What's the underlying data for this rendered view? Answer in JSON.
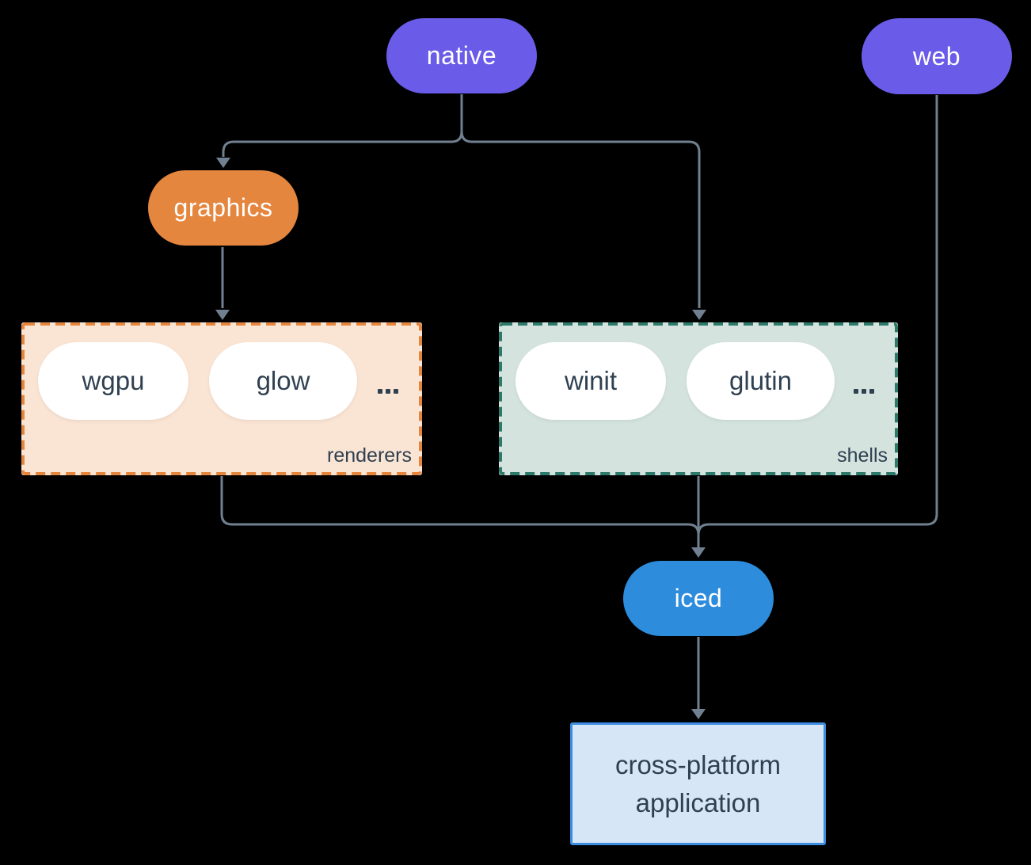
{
  "diagram": {
    "background": "#000000",
    "connector_color": "#708090",
    "label_color": "#2f4050",
    "nodes": {
      "native": {
        "label": "native",
        "color": "#6a5ce8",
        "text_color": "#ffffff"
      },
      "web": {
        "label": "web",
        "color": "#6a5ce8",
        "text_color": "#ffffff"
      },
      "graphics": {
        "label": "graphics",
        "color": "#e5863f",
        "text_color": "#ffffff"
      },
      "iced": {
        "label": "iced",
        "color": "#2d8cdb",
        "text_color": "#ffffff"
      },
      "application": {
        "lines": [
          "cross-platform",
          "application"
        ],
        "fill": "#d6e6f7",
        "border_color": "#3c8ce0"
      }
    },
    "groups": {
      "renderers": {
        "label": "renderers",
        "items": [
          "wgpu",
          "glow"
        ],
        "ellipsis": "...",
        "fill": "#fae4d4",
        "border_color": "#e5863f"
      },
      "shells": {
        "label": "shells",
        "items": [
          "winit",
          "glutin"
        ],
        "ellipsis": "...",
        "fill": "#d4e3dd",
        "border_color": "#2d7a6b"
      }
    },
    "edges": [
      {
        "from": "native",
        "to": "graphics"
      },
      {
        "from": "native",
        "to": "shells"
      },
      {
        "from": "graphics",
        "to": "renderers"
      },
      {
        "from": "renderers",
        "to": "iced"
      },
      {
        "from": "shells",
        "to": "iced"
      },
      {
        "from": "web",
        "to": "iced"
      },
      {
        "from": "iced",
        "to": "application"
      }
    ]
  }
}
